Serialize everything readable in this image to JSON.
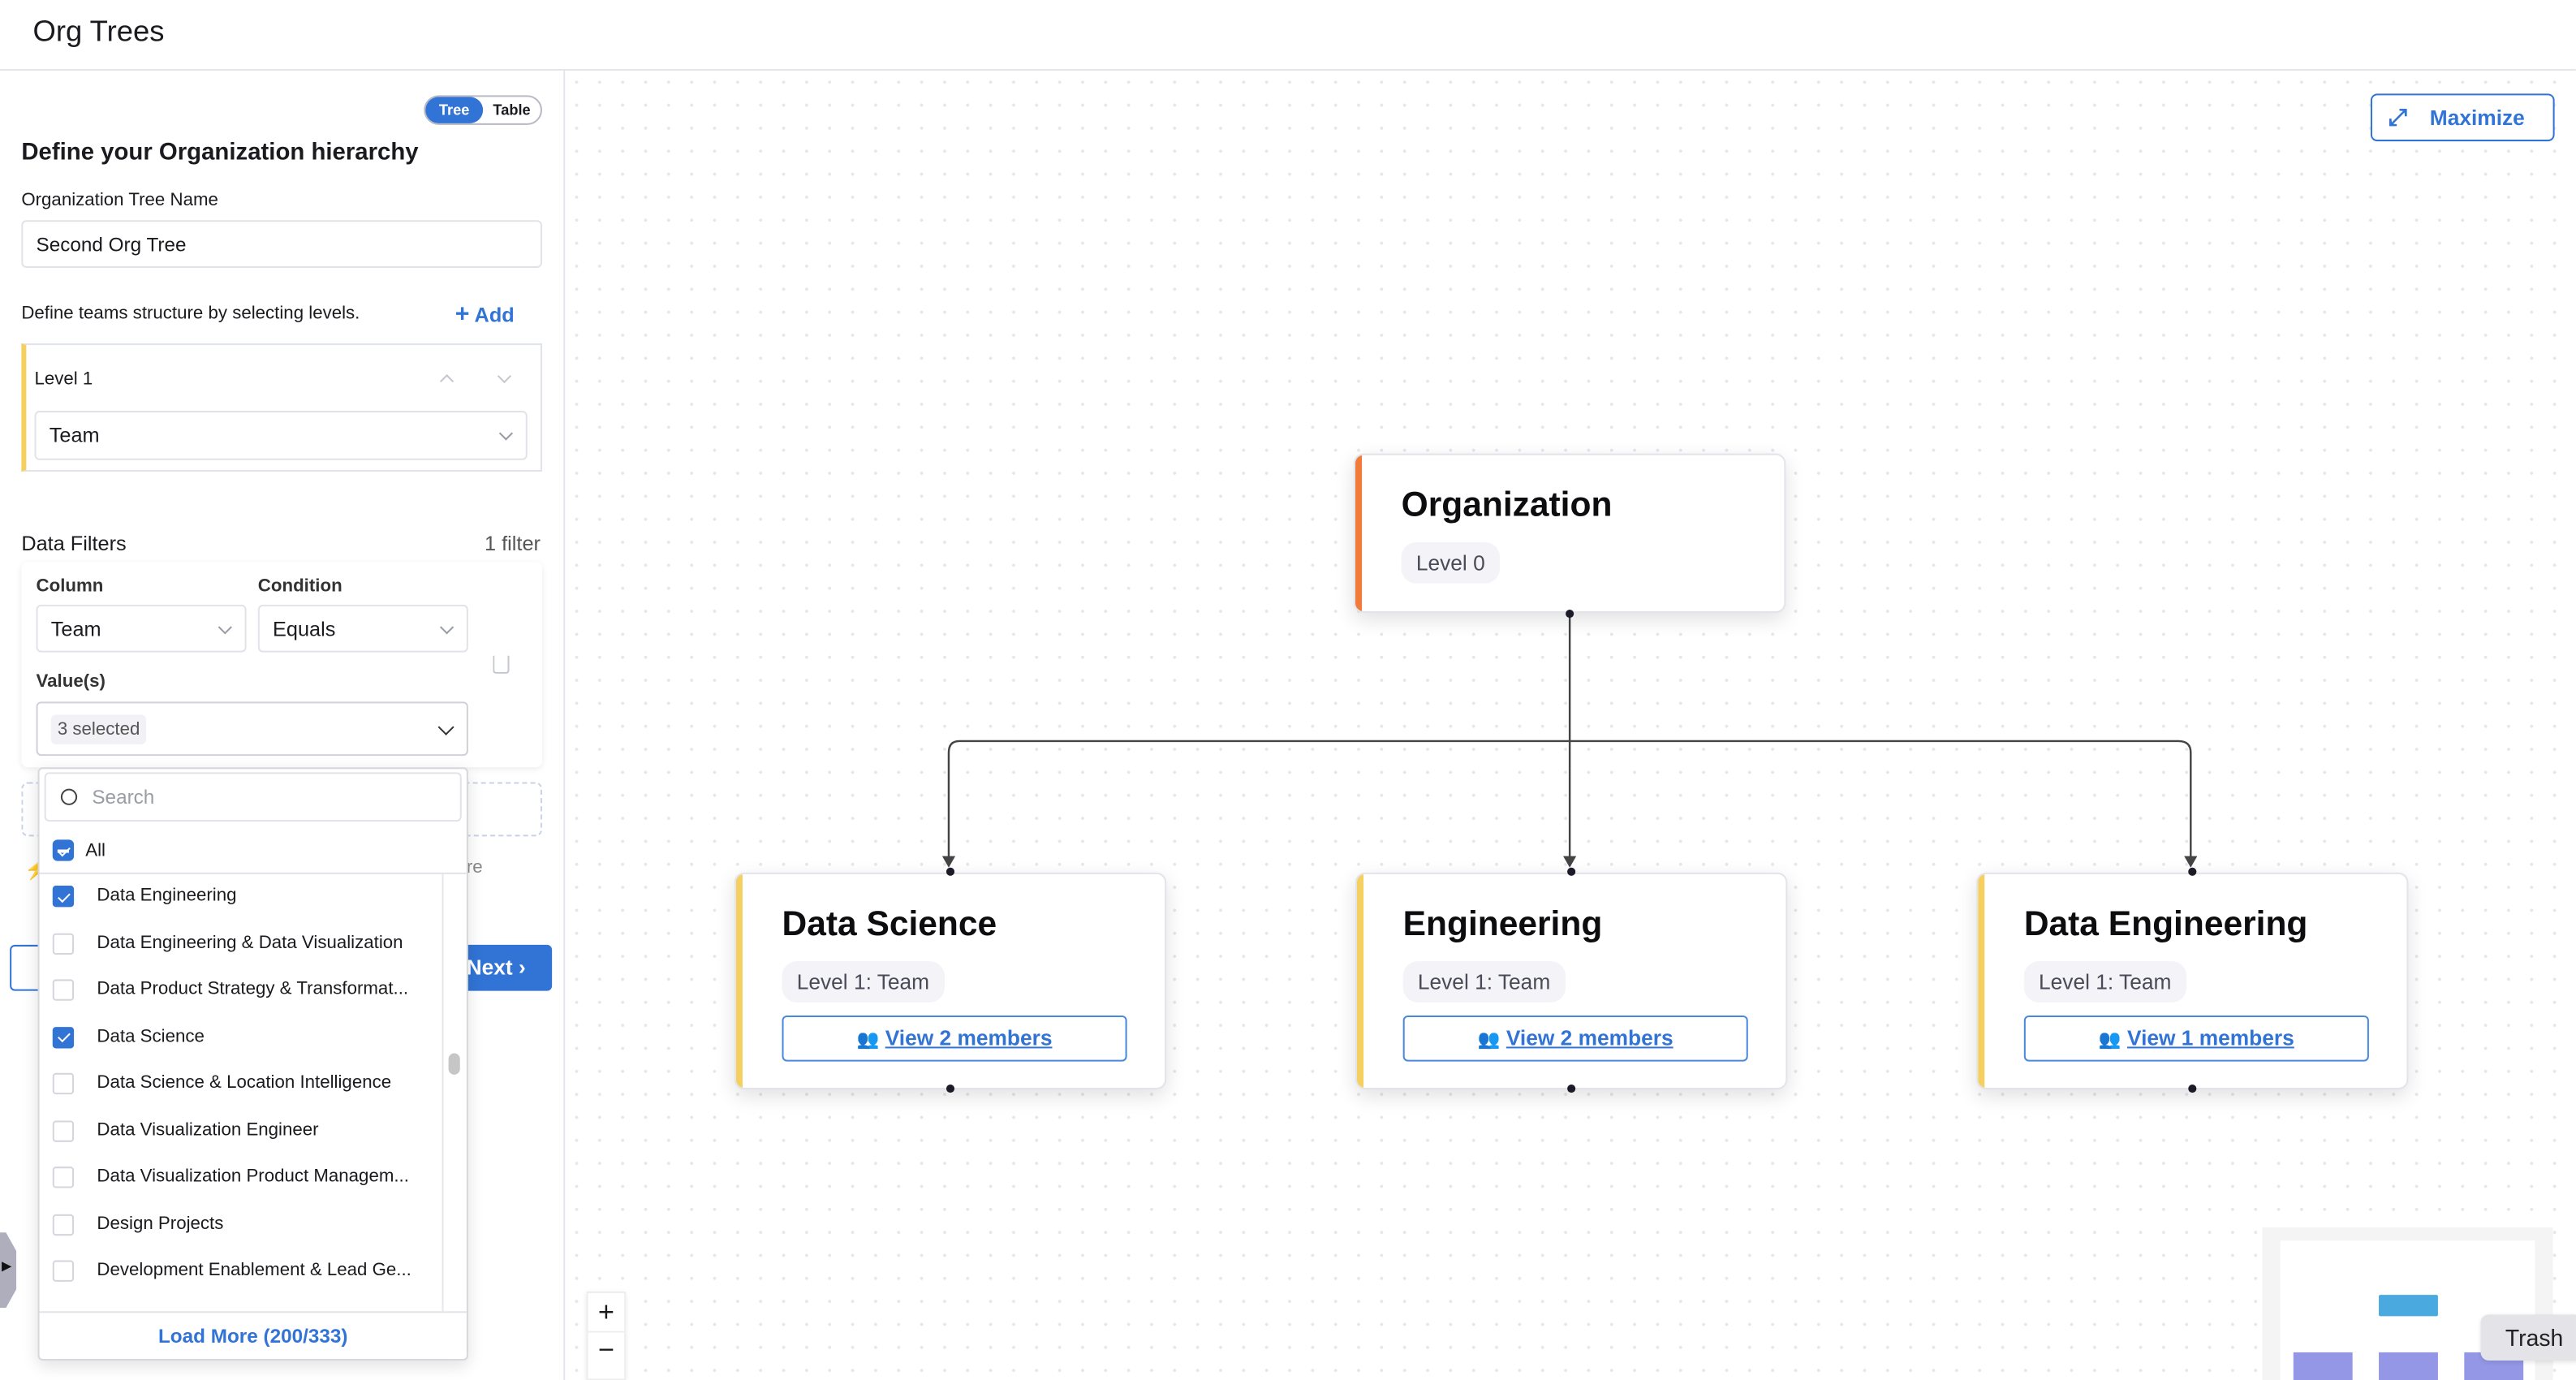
{
  "header": {
    "title": "Org Trees"
  },
  "left": {
    "view_toggle": {
      "tree": "Tree",
      "table": "Table",
      "active": "Tree"
    },
    "heading": "Define your Organization hierarchy",
    "tree_name_label": "Organization Tree Name",
    "tree_name_value": "Second Org Tree",
    "levels_hint": "Define teams structure by selecting levels.",
    "add_label": "Add",
    "levels": [
      {
        "label": "Level 1",
        "value": "Team"
      }
    ],
    "filters_title": "Data Filters",
    "filters_count": "1 filter",
    "filter": {
      "column_label": "Column",
      "column_value": "Team",
      "condition_label": "Condition",
      "condition_value": "Equals",
      "values_label": "Value(s)",
      "values_chip": "3 selected"
    },
    "next_label": "Next",
    "partial_text": "re"
  },
  "dropdown": {
    "search_placeholder": "Search",
    "all_label": "All",
    "items": [
      {
        "label": "Data Engineering",
        "checked": true
      },
      {
        "label": "Data Engineering & Data Visualization",
        "checked": false
      },
      {
        "label": "Data Product Strategy & Transformat...",
        "checked": false
      },
      {
        "label": "Data Science",
        "checked": true
      },
      {
        "label": "Data Science & Location Intelligence",
        "checked": false
      },
      {
        "label": "Data Visualization Engineer",
        "checked": false
      },
      {
        "label": "Data Visualization Product Managem...",
        "checked": false
      },
      {
        "label": "Design Projects",
        "checked": false
      },
      {
        "label": "Development Enablement & Lead Ge...",
        "checked": false
      }
    ],
    "load_more": "Load More (200/333)"
  },
  "canvas": {
    "maximize_label": "Maximize",
    "root": {
      "title": "Organization",
      "level": "Level 0",
      "color": "#f07b3a"
    },
    "children": [
      {
        "title": "Data Science",
        "level": "Level 1: Team",
        "members": "View 2 members",
        "color": "#f5d060"
      },
      {
        "title": "Engineering",
        "level": "Level 1: Team",
        "members": "View 2 members",
        "color": "#f5d060"
      },
      {
        "title": "Data Engineering",
        "level": "Level 1: Team",
        "members": "View 1 members",
        "color": "#f5d060"
      }
    ],
    "zoom_in": "+",
    "zoom_out": "−",
    "trash_tooltip": "Trash"
  },
  "colors": {
    "accent": "#3174d5",
    "level_bar": "#f5d060"
  }
}
